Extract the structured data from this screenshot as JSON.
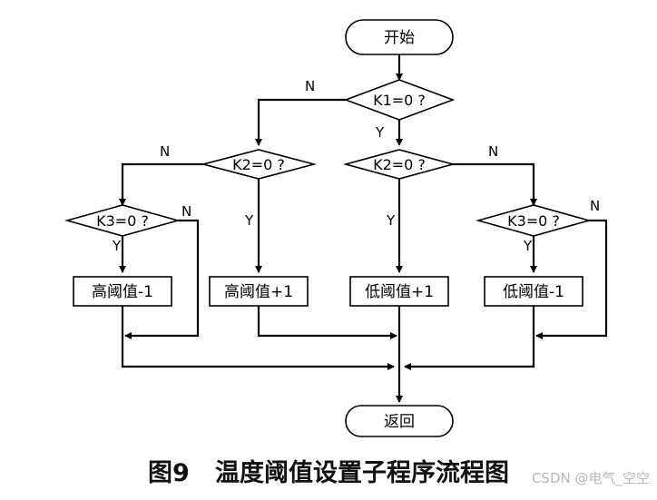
{
  "nodes": {
    "start": "开始",
    "k1": "K1=0 ?",
    "k2_left": "K2=0 ?",
    "k2_right": "K2=0 ?",
    "k3_left": "K3=0 ?",
    "k3_right": "K3=0 ?",
    "box1": "高阈值-1",
    "box2": "高阈值+1",
    "box3": "低阈值+1",
    "box4": "低阈值-1",
    "end": "返回"
  },
  "labels": {
    "yes": "Y",
    "no": "N"
  },
  "caption": "图9   温度阈值设置子程序流程图",
  "watermark": "CSDN @电气_空空"
}
